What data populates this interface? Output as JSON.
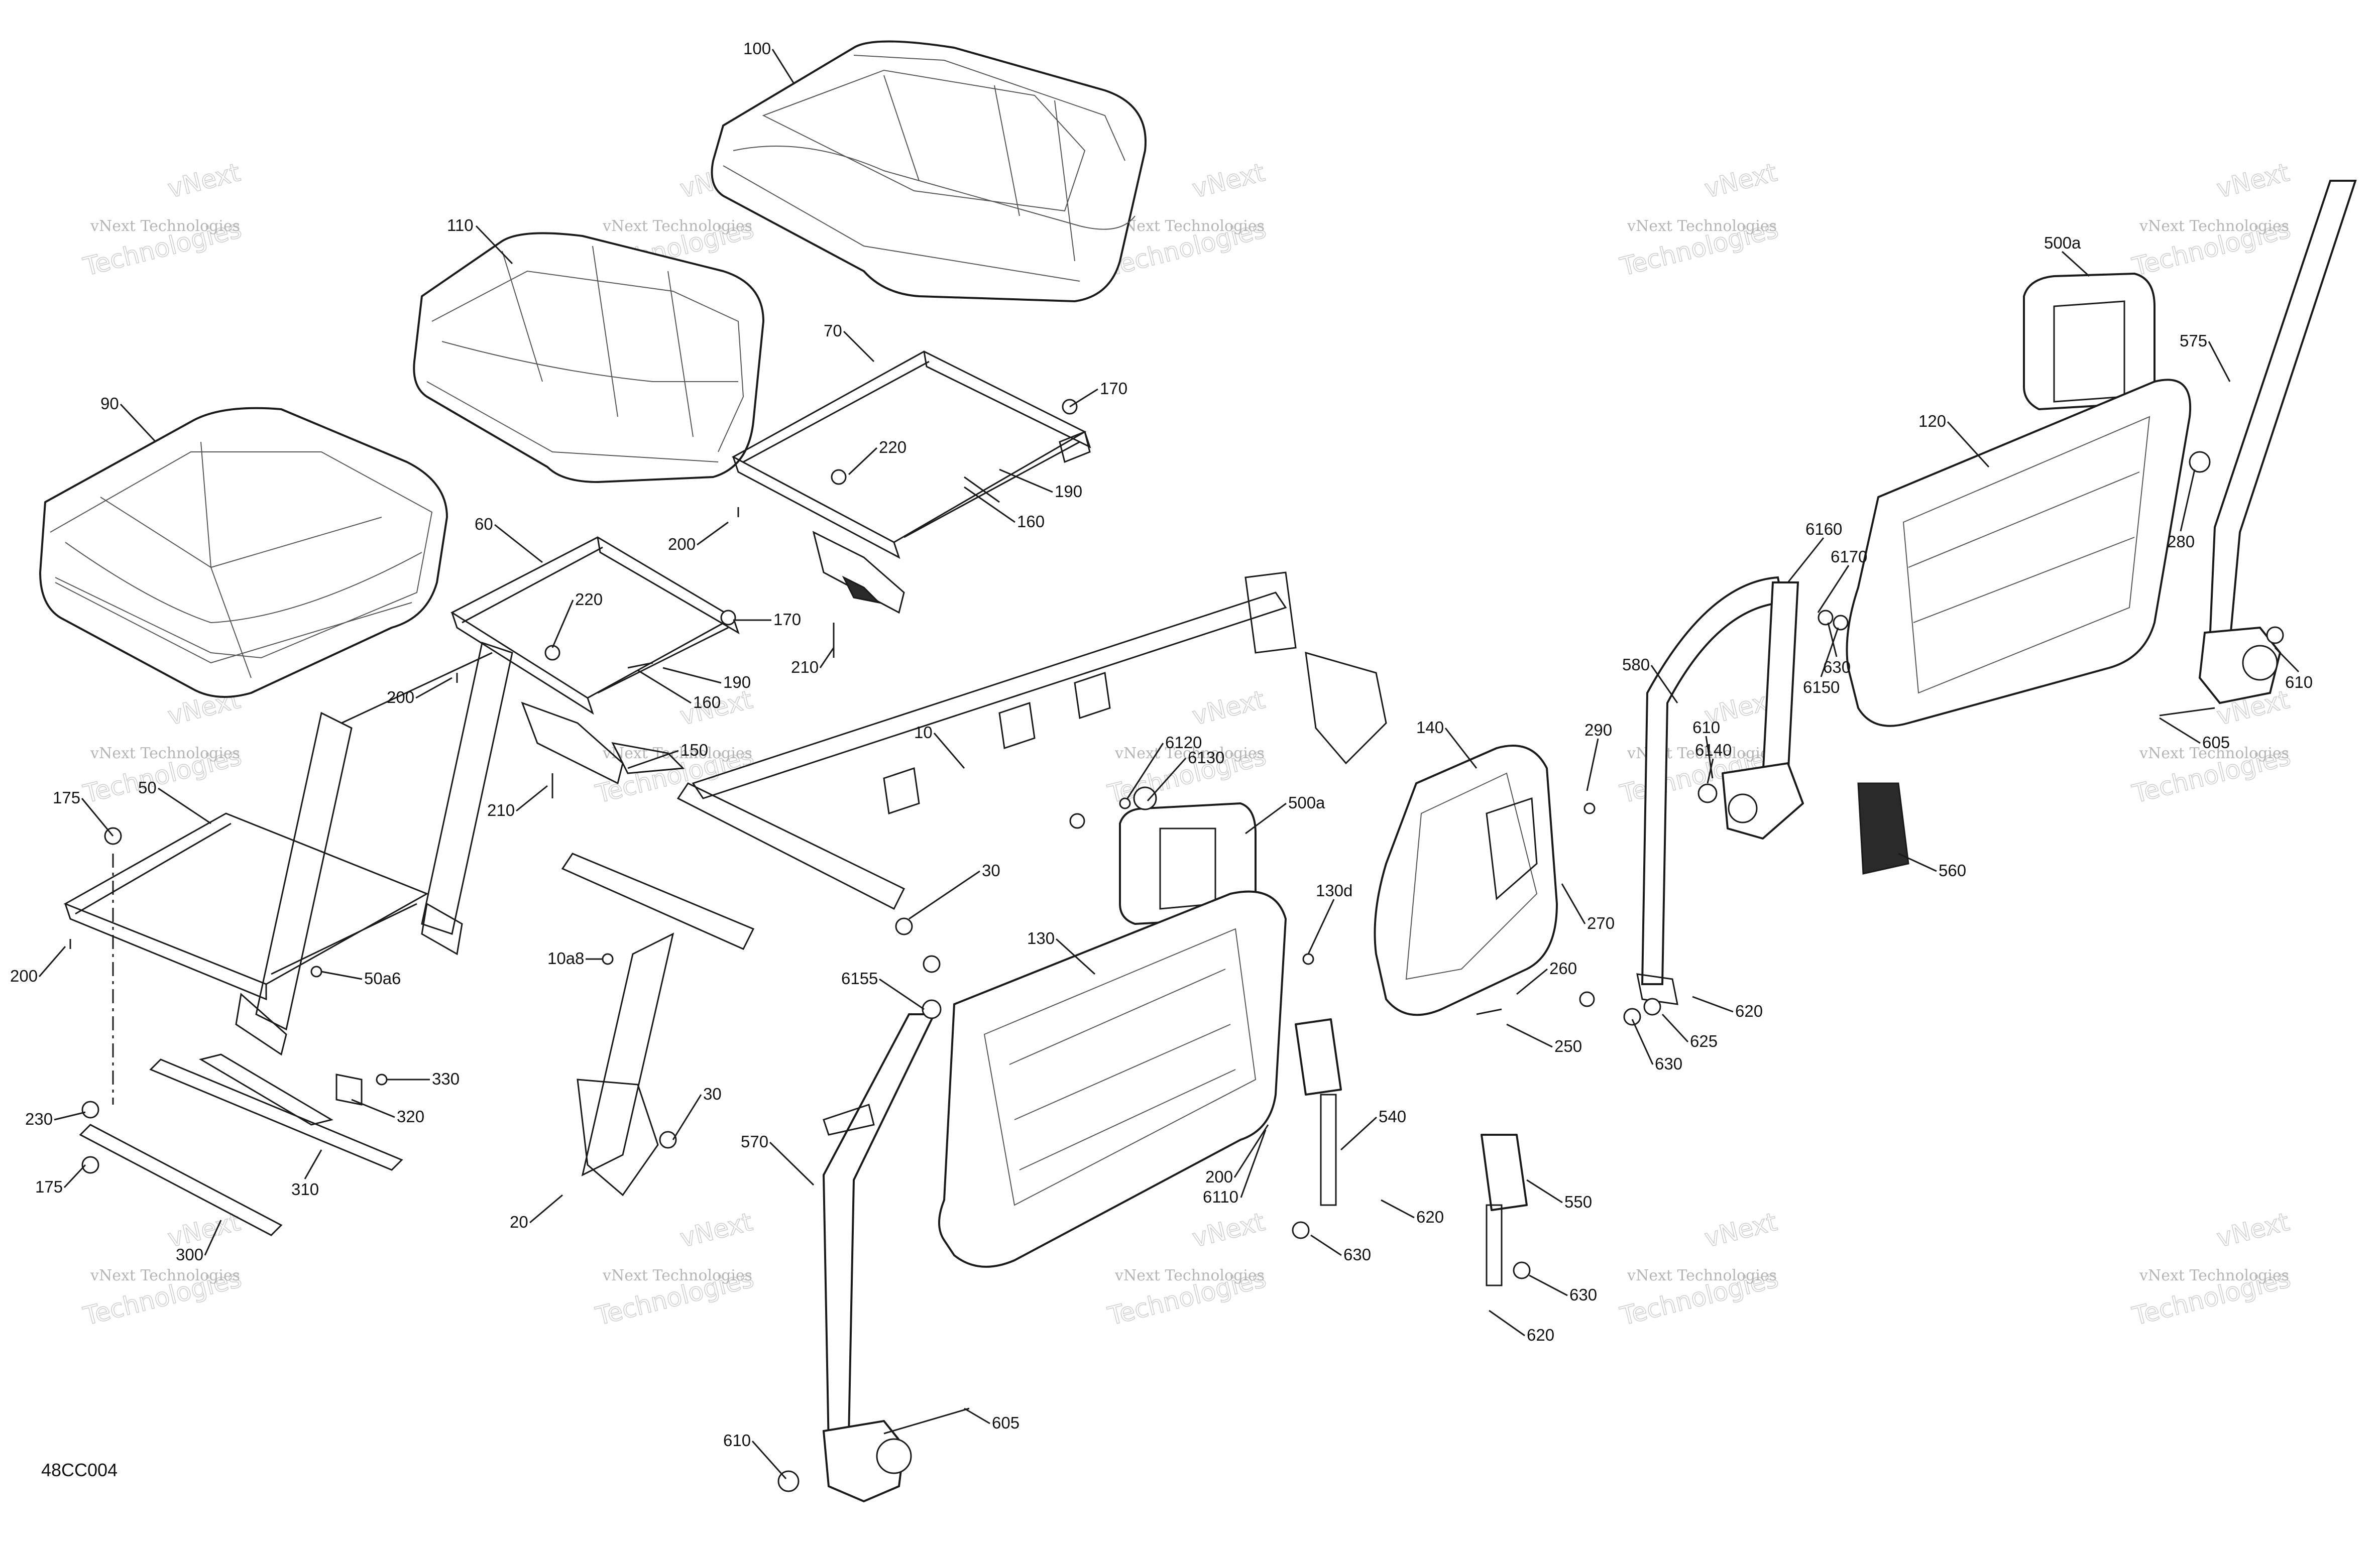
{
  "diagram_code": "48CC004",
  "watermark": {
    "line1": "vNext",
    "line2": "vNext Technologies",
    "line3": "Technologies"
  },
  "labels": {
    "p100": "100",
    "p110": "110",
    "p90": "90",
    "p70": "70",
    "p170a": "170",
    "p220a": "220",
    "p190a": "190",
    "p160a": "160",
    "p200a": "200",
    "p210a": "210",
    "p60": "60",
    "p220b": "220",
    "p170b": "170",
    "p190b": "190",
    "p160b": "160",
    "p150": "150",
    "p200b": "200",
    "p210b": "210",
    "p175a": "175",
    "p50": "50",
    "p200c": "200",
    "p50a6": "50a6",
    "p230": "230",
    "p175b": "175",
    "p330": "330",
    "p320": "320",
    "p310": "310",
    "p300": "300",
    "p10": "10",
    "p10a8": "10a8",
    "p30a": "30",
    "p30b": "30",
    "p20": "20",
    "p6120": "6120",
    "p6130": "6130",
    "p500a1": "500a",
    "p130d": "130d",
    "p130": "130",
    "p6155": "6155",
    "p570": "570",
    "p605a": "605",
    "p610a": "610",
    "p200d": "200",
    "p6110": "6110",
    "p140": "140",
    "p290": "290",
    "p270": "270",
    "p260": "260",
    "p250": "250",
    "p540": "540",
    "p620a": "620",
    "p630a": "630",
    "p550": "550",
    "p630b": "630",
    "p620b": "620",
    "p580": "580",
    "p6140": "6140",
    "p610b": "610",
    "p620c": "620",
    "p625": "625",
    "p630c": "630",
    "p6160": "6160",
    "p6170": "6170",
    "p630d": "630",
    "p6150": "6150",
    "p560": "560",
    "p500a2": "500a",
    "p120": "120",
    "p575": "575",
    "p280": "280",
    "p610c": "610",
    "p605b": "605"
  }
}
